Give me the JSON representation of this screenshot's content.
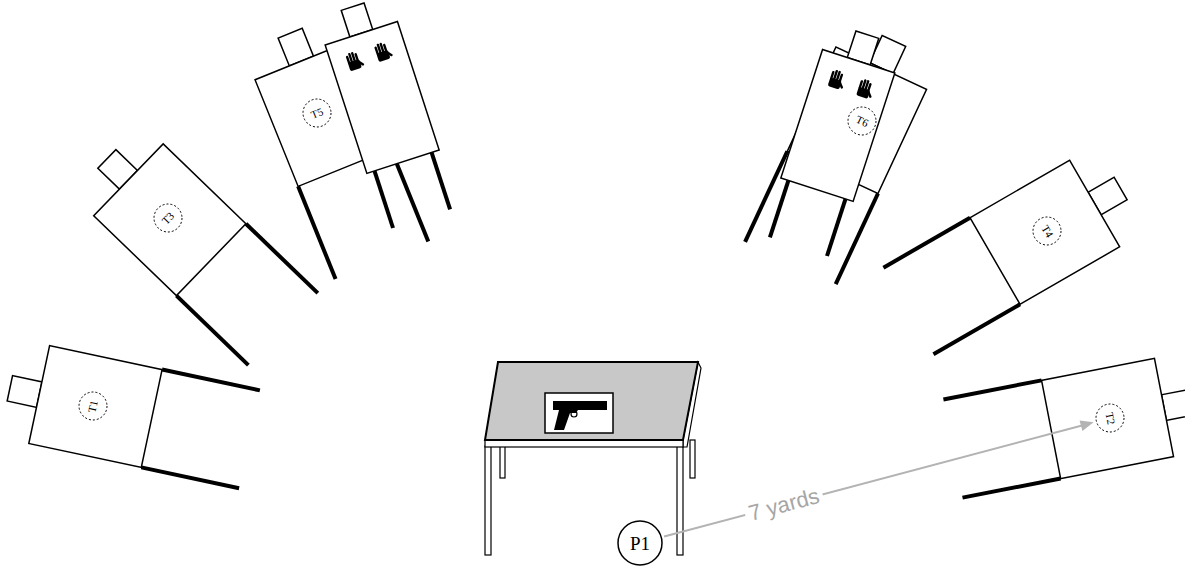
{
  "diagram": {
    "nodes": [
      {
        "text": [
          "T5"
        ]
      },
      {
        "text": [
          "T6"
        ]
      },
      {
        "text": [
          "T3"
        ]
      },
      {
        "text": [
          "T4"
        ]
      },
      {
        "text": [
          "T1"
        ]
      },
      {
        "text": [
          "T2"
        ]
      },
      {
        "text": [
          "P1"
        ]
      }
    ],
    "edges": [
      {
        "from": 6,
        "to": 5,
        "arrow": "to",
        "label": "7 yards"
      }
    ]
  }
}
